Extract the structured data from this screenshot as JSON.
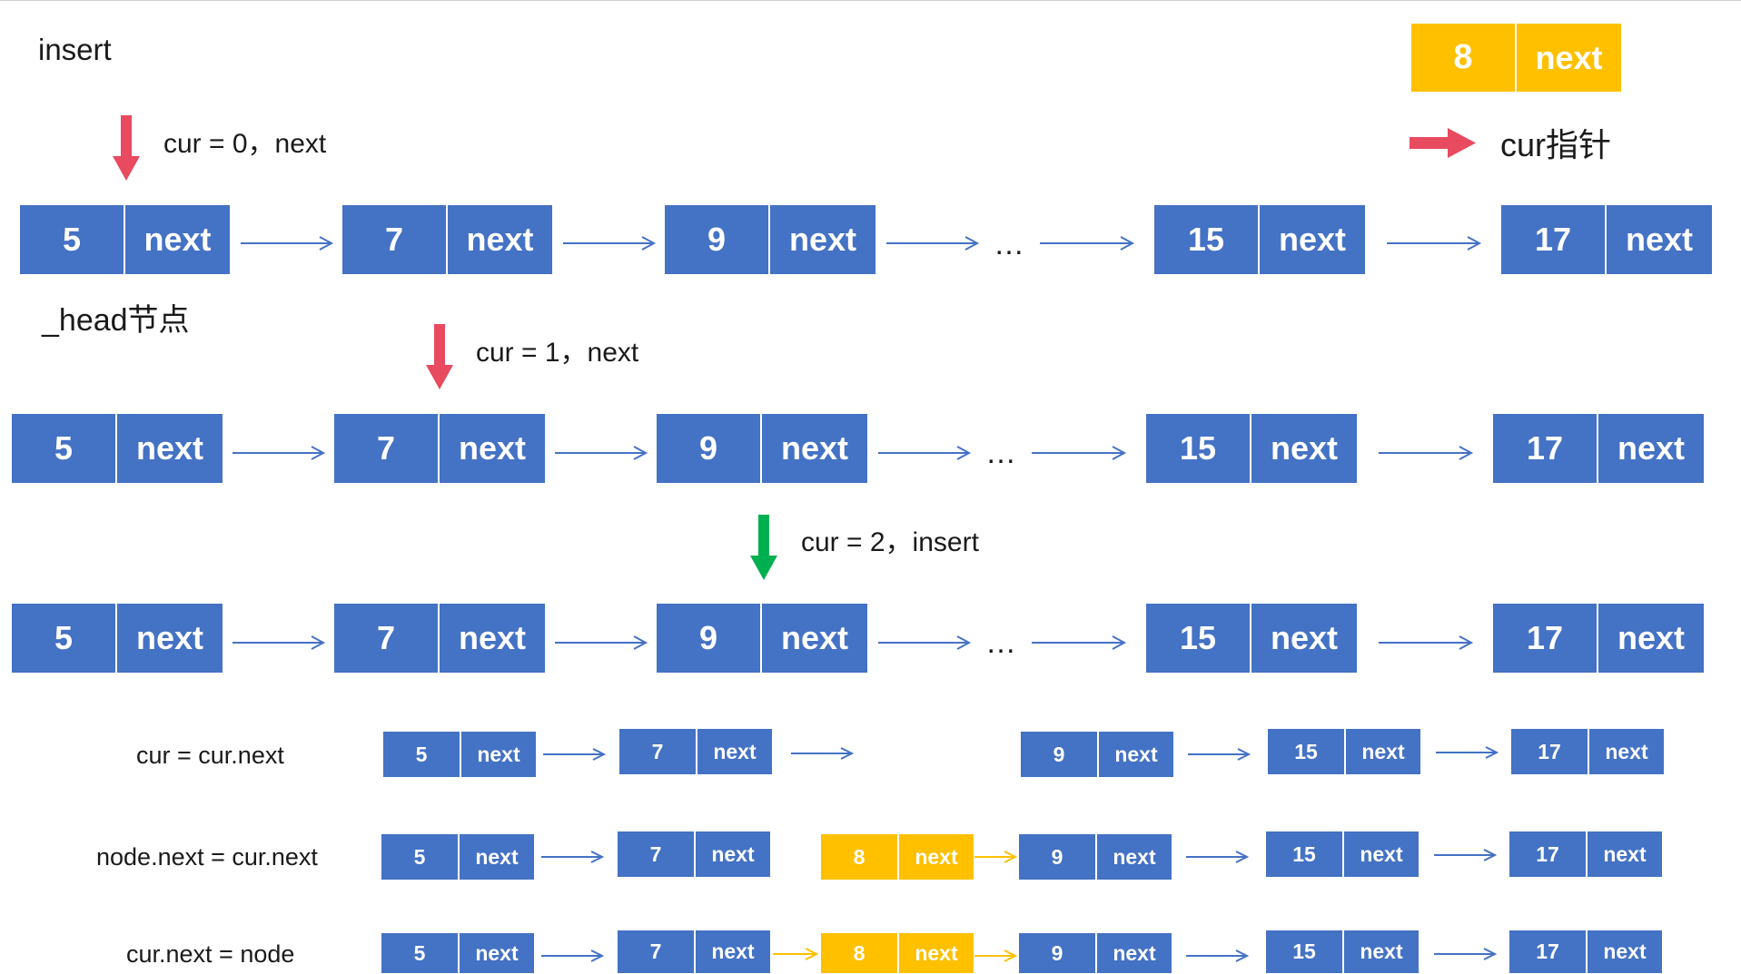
{
  "labels": {
    "insert": "insert",
    "step0": "cur = 0，next",
    "head": "_head节点",
    "step1": "cur = 1，next",
    "step2": "cur = 2，insert",
    "legend_cur": "cur指针",
    "ellipsis": "…",
    "op1": "cur = cur.next",
    "op2": "node.next = cur.next",
    "op3": "cur.next = node"
  },
  "legend_node": {
    "value": "8",
    "next": "next"
  },
  "lists": {
    "row1": [
      {
        "value": "5",
        "next": "next"
      },
      {
        "value": "7",
        "next": "next"
      },
      {
        "value": "9",
        "next": "next"
      },
      {
        "value": "15",
        "next": "next"
      },
      {
        "value": "17",
        "next": "next"
      }
    ],
    "row2": [
      {
        "value": "5",
        "next": "next"
      },
      {
        "value": "7",
        "next": "next"
      },
      {
        "value": "9",
        "next": "next"
      },
      {
        "value": "15",
        "next": "next"
      },
      {
        "value": "17",
        "next": "next"
      }
    ],
    "row3": [
      {
        "value": "5",
        "next": "next"
      },
      {
        "value": "7",
        "next": "next"
      },
      {
        "value": "9",
        "next": "next"
      },
      {
        "value": "15",
        "next": "next"
      },
      {
        "value": "17",
        "next": "next"
      }
    ],
    "row4": [
      {
        "value": "5",
        "next": "next"
      },
      {
        "value": "7",
        "next": "next"
      },
      {
        "value": "9",
        "next": "next"
      },
      {
        "value": "15",
        "next": "next"
      },
      {
        "value": "17",
        "next": "next"
      }
    ],
    "row5": [
      {
        "value": "5",
        "next": "next"
      },
      {
        "value": "7",
        "next": "next"
      },
      {
        "value": "8",
        "next": "next"
      },
      {
        "value": "9",
        "next": "next"
      },
      {
        "value": "15",
        "next": "next"
      },
      {
        "value": "17",
        "next": "next"
      }
    ],
    "row6": [
      {
        "value": "5",
        "next": "next"
      },
      {
        "value": "7",
        "next": "next"
      },
      {
        "value": "8",
        "next": "next"
      },
      {
        "value": "9",
        "next": "next"
      },
      {
        "value": "15",
        "next": "next"
      },
      {
        "value": "17",
        "next": "next"
      }
    ]
  },
  "colors": {
    "node_blue": "#4472C4",
    "node_yellow": "#FFC000",
    "arrow_blue": "#4472C4",
    "arrow_yellow": "#FFC000",
    "pointer_red": "#E84A5F",
    "pointer_green": "#00B050"
  },
  "icons": {
    "cur_pointer_down": "red-down-arrow-icon",
    "cur_pointer_insert": "green-down-arrow-icon",
    "legend_pointer": "red-right-arrow-icon"
  }
}
